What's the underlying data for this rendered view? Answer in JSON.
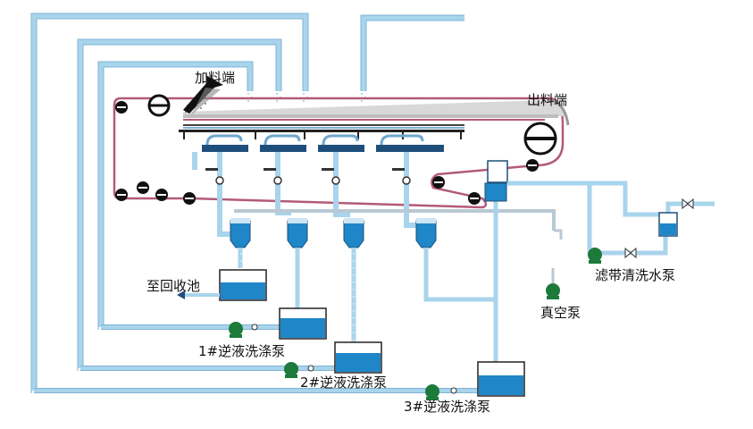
{
  "labels": {
    "feed_end": "加料端",
    "discharge_end": "出料端",
    "to_recovery_tank": "至回收池",
    "filter_belt_wash_pump": "滤带清洗水泵",
    "vacuum_pump": "真空泵",
    "backwash_pump_1": "1#逆液洗涤泵",
    "backwash_pump_2": "2#逆液洗涤泵",
    "backwash_pump_3": "3#逆液洗涤泵"
  },
  "colors": {
    "pipe": "#a8d4ec",
    "pipe_dark": "#6fa8cc",
    "water": "#1f86c8",
    "belt": "#b35a78",
    "pump": "#1d7a3a",
    "frame": "#1e4f7a",
    "roller": "#111111"
  }
}
